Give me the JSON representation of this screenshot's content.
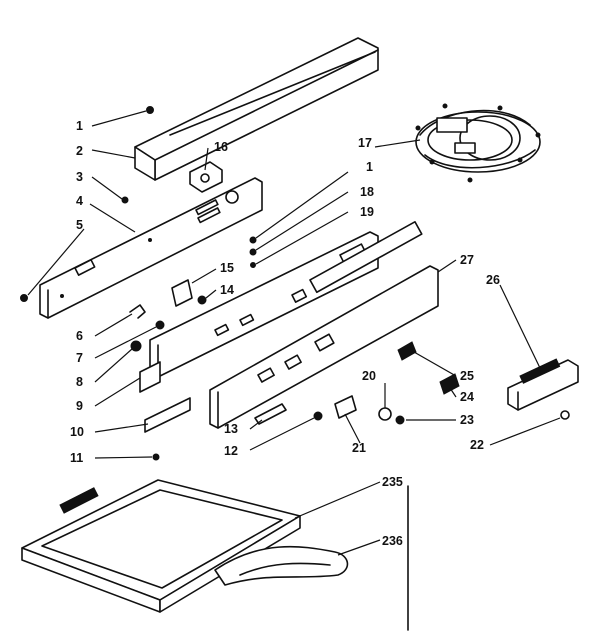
{
  "labels": {
    "l1": "1",
    "l2": "2",
    "l3": "3",
    "l4": "4",
    "l5": "5",
    "l6": "6",
    "l7": "7",
    "l8": "8",
    "l9": "9",
    "l10": "10",
    "l11": "11",
    "l12": "12",
    "l13": "13",
    "l14": "14",
    "l15": "15",
    "l16": "16",
    "l17": "17",
    "l1b": "1",
    "l18": "18",
    "l19": "19",
    "l20": "20",
    "l21": "21",
    "l22": "22",
    "l23": "23",
    "l24": "24",
    "l25": "25",
    "l26": "26",
    "l27": "27",
    "l235": "235",
    "l236": "236"
  }
}
